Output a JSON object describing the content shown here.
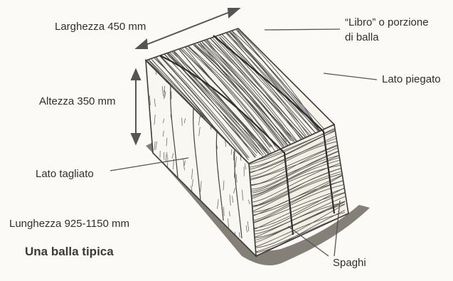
{
  "labels": {
    "width": "Larghezza 450 mm",
    "book_line1": "“Libro” o porzione",
    "book_line2": "di balla",
    "folded_side": "Lato piegato",
    "height": "Altezza 350 mm",
    "cut_side": "Lato tagliato",
    "length": "Lunghezza 925-1150 mm",
    "twine": "Spaghi"
  },
  "caption": "Una balla tipica",
  "colors": {
    "ink": "#2f2f2f",
    "shadow": "#6e6a62",
    "straw": "#f7f4ec"
  }
}
